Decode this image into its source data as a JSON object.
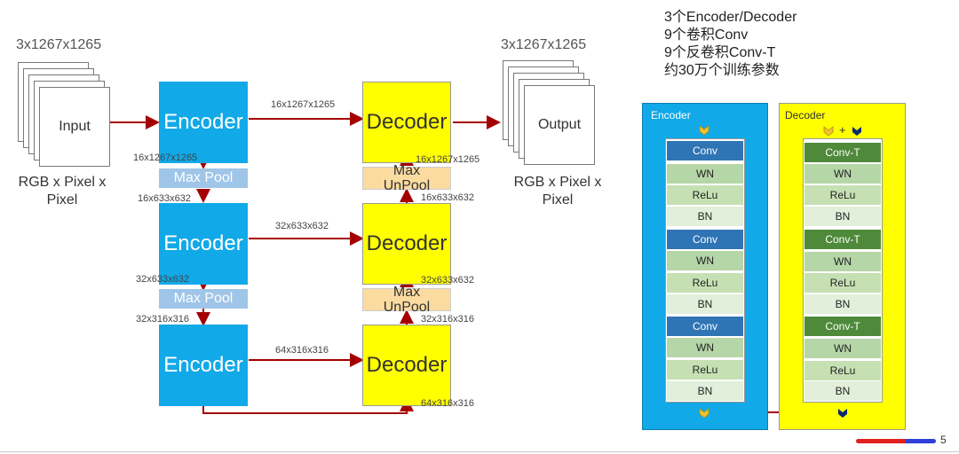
{
  "input": {
    "dims": "3x1267x1265",
    "label": "Input",
    "caption": "RGB x Pixel x Pixel"
  },
  "output": {
    "dims": "3x1267x1265",
    "label": "Output",
    "caption": "RGB x Pixel x Pixel"
  },
  "encoders": [
    "Encoder",
    "Encoder",
    "Encoder"
  ],
  "decoders": [
    "Decoder",
    "Decoder",
    "Decoder"
  ],
  "pools": [
    "Max Pool",
    "Max Pool"
  ],
  "unpools": [
    "Max UnPool",
    "Max UnPool"
  ],
  "edge_labels": {
    "skip1": "16x1267x1265",
    "skip2": "32x633x632",
    "skip3": "64x316x316",
    "e1_down": "16x1267x1265",
    "p1_down": "16x633x632",
    "e2_down": "32x633x632",
    "p2_down": "32x316x316",
    "d1_in": "16x1267x1265",
    "u1_in": "16x633x632",
    "d2_in": "32x633x632",
    "u2_in": "32x316x316",
    "bottom": "64x316x316"
  },
  "notes": [
    "3个Encoder/Decoder",
    "9个卷积Conv",
    "9个反卷积Conv-T",
    "约30万个训练参数"
  ],
  "encoder_panel": {
    "title": "Encoder",
    "layers": [
      "Conv",
      "WN",
      "ReLu",
      "BN",
      "Conv",
      "WN",
      "ReLu",
      "BN",
      "Conv",
      "WN",
      "ReLu",
      "BN"
    ]
  },
  "decoder_panel": {
    "title": "Decoder",
    "plus": "+",
    "layers": [
      "Conv-T",
      "WN",
      "ReLu",
      "BN",
      "Conv-T",
      "WN",
      "ReLu",
      "BN",
      "Conv-T",
      "WN",
      "ReLu",
      "BN"
    ]
  },
  "page_number": "5",
  "colors": {
    "encoder": "#11a9e8",
    "decoder": "#ffff00",
    "arrow": "#a50000",
    "pool": "#9fc5e8",
    "unpool": "#fcdba0"
  }
}
